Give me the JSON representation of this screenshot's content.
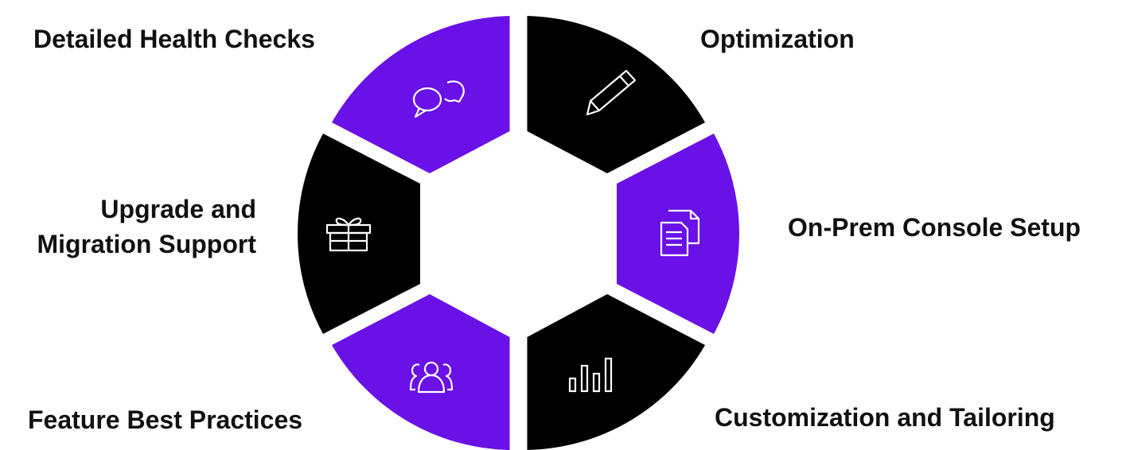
{
  "colors": {
    "purple": "#6a11e8",
    "black": "#000000",
    "icon_stroke": "#ffffff",
    "label": "#111111"
  },
  "segments": [
    {
      "id": "health",
      "label": "Detailed Health Checks",
      "color": "purple",
      "icon": "chat-bubbles-icon"
    },
    {
      "id": "optimization",
      "label": "Optimization",
      "color": "black",
      "icon": "pencil-icon"
    },
    {
      "id": "console",
      "label": "On-Prem Console Setup",
      "color": "purple",
      "icon": "documents-icon"
    },
    {
      "id": "customization",
      "label": "Customization and Tailoring",
      "color": "black",
      "icon": "bar-chart-icon"
    },
    {
      "id": "practices",
      "label": "Feature Best Practices",
      "color": "purple",
      "icon": "users-group-icon"
    },
    {
      "id": "upgrade",
      "label_lines": [
        "Upgrade and",
        "Migration Support"
      ],
      "color": "black",
      "icon": "gift-box-icon"
    }
  ]
}
